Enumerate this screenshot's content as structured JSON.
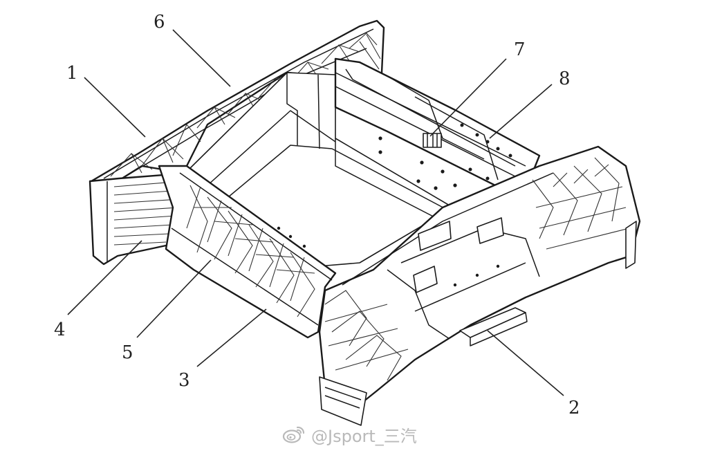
{
  "callouts": [
    {
      "id": "1",
      "label": "1"
    },
    {
      "id": "2",
      "label": "2"
    },
    {
      "id": "3",
      "label": "3"
    },
    {
      "id": "4",
      "label": "4"
    },
    {
      "id": "5",
      "label": "5"
    },
    {
      "id": "6",
      "label": "6"
    },
    {
      "id": "7",
      "label": "7"
    },
    {
      "id": "8",
      "label": "8"
    }
  ],
  "watermark": {
    "text": "@Jsport_三汽",
    "icon": "weibo-logo-icon"
  },
  "colors": {
    "line": "#1a1a1a",
    "background": "#ffffff",
    "watermark": "#b9b9b9"
  }
}
